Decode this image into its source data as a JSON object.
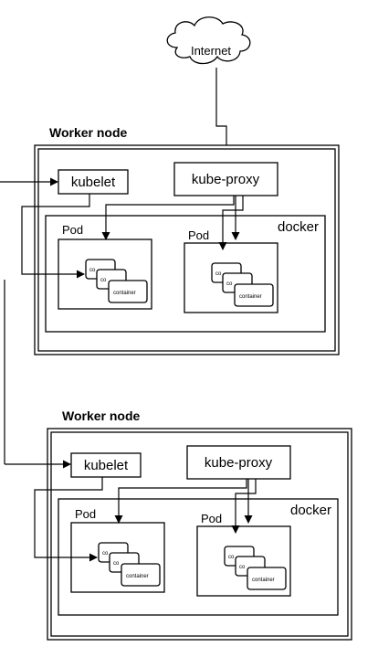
{
  "internet_label": "Internet",
  "nodes": [
    {
      "title": "Worker node",
      "kubelet_label": "kubelet",
      "kube_proxy_label": "kube-proxy",
      "docker_label": "docker",
      "pods": [
        {
          "label": "Pod",
          "containers": [
            "co",
            "co",
            "container"
          ]
        },
        {
          "label": "Pod",
          "containers": [
            "co",
            "co",
            "container"
          ]
        }
      ]
    },
    {
      "title": "Worker node",
      "kubelet_label": "kubelet",
      "kube_proxy_label": "kube-proxy",
      "docker_label": "docker",
      "pods": [
        {
          "label": "Pod",
          "containers": [
            "co",
            "co",
            "container"
          ]
        },
        {
          "label": "Pod",
          "containers": [
            "co",
            "co",
            "container"
          ]
        }
      ]
    }
  ]
}
